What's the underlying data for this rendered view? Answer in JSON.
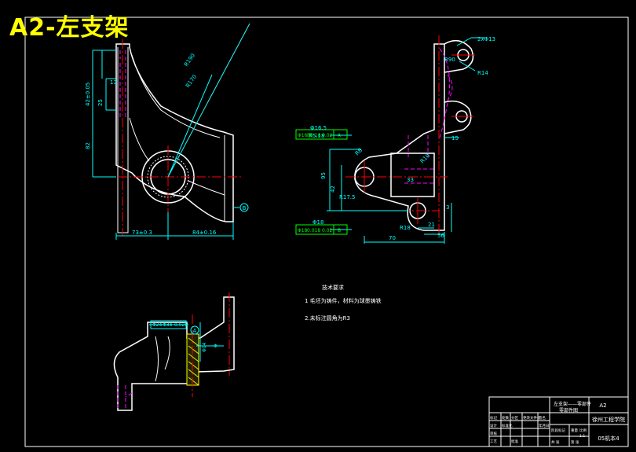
{
  "overlay_title": "A2-左支架",
  "colors": {
    "outline": "#ffffff",
    "dimension": "#00ffff",
    "centerline": "#ff0000",
    "hidden": "#ff00ff",
    "section": "#ffff00",
    "leader": "#00ff00"
  },
  "front_view": {
    "dims": [
      "R190",
      "R170",
      "13",
      "42±0.05",
      "25",
      "82",
      "73±0.3",
      "84±0.16"
    ],
    "datum": "B"
  },
  "right_view": {
    "dims": [
      "2xΦ13",
      "R90",
      "R14",
      "Φ16.5",
      "R5.18",
      "R8",
      "R10",
      "15",
      "95",
      "42",
      "R17.5",
      "Φ18",
      "R18",
      "70",
      "21",
      "56",
      "33",
      "3"
    ],
    "tolerance_frames": [
      [
        "Φ16.5",
        "R5.18",
        "0.02",
        "A"
      ],
      [
        "Φ18",
        "0.018",
        "0.02",
        "B"
      ]
    ]
  },
  "section_view": {
    "dims": [
      "Φ24",
      "Φ34",
      "0.026",
      "Φ14",
      "Φ"
    ],
    "datum": "A"
  },
  "tech_notes": {
    "heading": "技术要求",
    "lines": [
      "1 毛坯为铸件，材料为球墨铸铁",
      "2.未标注圆角为R3"
    ]
  },
  "title_block": {
    "part_name": "左支架——零部件",
    "part_sub": "零部件图",
    "sheet": "A2",
    "school": "徐州工程学院",
    "class_code": "05机本4",
    "cells": [
      "标记",
      "处数",
      "分区",
      "更改文件号",
      "签名",
      "年月日",
      "设计",
      "标准化",
      "阶段标记",
      "重量",
      "比例",
      "审核",
      "工艺",
      "批准",
      "共 张",
      "第 张",
      "1:1"
    ]
  }
}
